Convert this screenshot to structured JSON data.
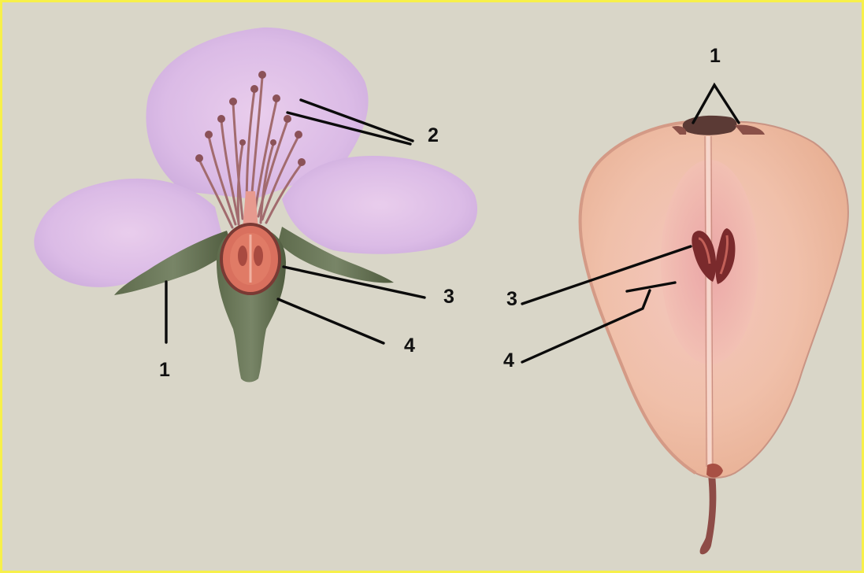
{
  "background": "#d9d6c8",
  "border_color": "#f7f04a",
  "flower": {
    "labels": {
      "sepal": "1",
      "stamens": "2",
      "ovary": "3",
      "receptacle": "4"
    }
  },
  "fruit": {
    "labels": {
      "sepal_remnants": "1",
      "seeds": "3",
      "flesh": "4"
    }
  }
}
